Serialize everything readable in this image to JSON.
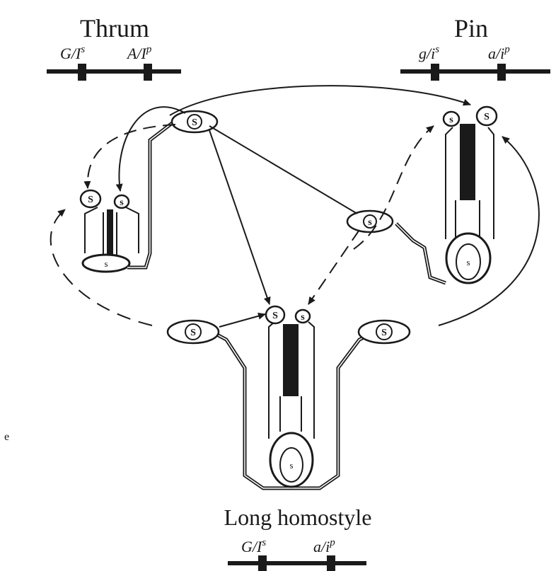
{
  "diagram": {
    "plants": {
      "thrum": {
        "title": "Thrum",
        "allele_left": {
          "base": "G/I",
          "sup": "s"
        },
        "allele_right": {
          "base": "A/I",
          "sup": "p"
        }
      },
      "pin": {
        "title": "Pin",
        "allele_left": {
          "base": "g/i",
          "sup": "s"
        },
        "allele_right": {
          "base": "a/i",
          "sup": "p"
        }
      },
      "long_homostyle": {
        "title": "Long homostyle",
        "allele_left": {
          "base": "G/I",
          "sup": "s"
        },
        "allele_right": {
          "base": "a/i",
          "sup": "p"
        }
      }
    },
    "markers": {
      "anther_S": "S",
      "stigma_s": "s",
      "ovary_s": "s"
    },
    "stray_char": "e",
    "colors": {
      "ink": "#1a1a1a",
      "background": "#ffffff"
    }
  }
}
